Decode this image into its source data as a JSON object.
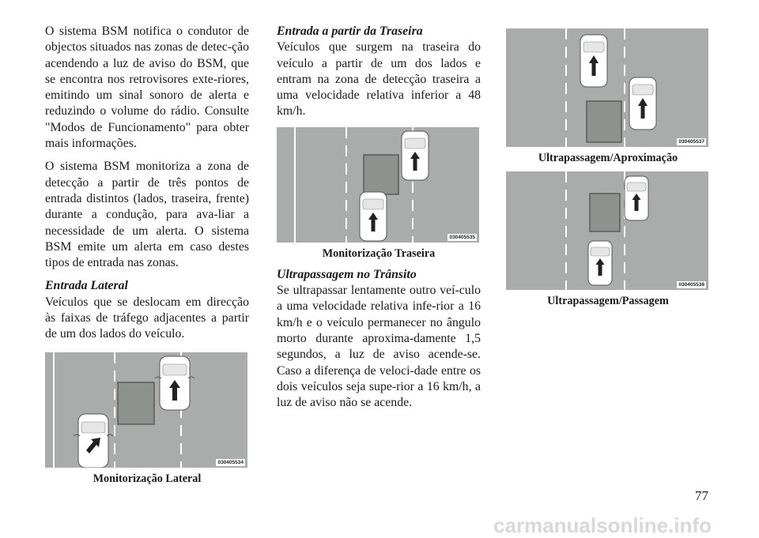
{
  "column1": {
    "para1": "O sistema BSM notifica o condutor de objectos situados nas zonas de detec-ção acendendo a luz de aviso do BSM, que se encontra nos retrovisores exte-riores, emitindo um sinal sonoro de alerta e reduzindo o volume do rádio. Consulte \"Modos de Funcionamento\" para obter mais informações.",
    "para2": "O sistema BSM monitoriza a zona de detecção a partir de três pontos de entrada distintos (lados, traseira, frente) durante a condução, para ava-liar a necessidade de um alerta. O sistema BSM emite um alerta em caso destes tipos de entrada nas zonas.",
    "heading_lateral": "Entrada Lateral",
    "para3": "Veículos que se deslocam em direcção às faixas de tráfego adjacentes a partir de um dos lados do veículo.",
    "fig_lateral": {
      "code": "030405534",
      "caption": "Monitorização Lateral"
    }
  },
  "column2": {
    "heading_traseira": "Entrada a partir da Traseira",
    "para1": "Veículos que surgem na traseira do veículo a partir de um dos lados e entram na zona de detecção traseira a uma velocidade relativa inferior a 48 km/h.",
    "fig_traseira": {
      "code": "030405535",
      "caption": "Monitorização Traseira"
    },
    "heading_transito": "Ultrapassagem no Trânsito",
    "para2": "Se ultrapassar lentamente outro veí-culo a uma velocidade relativa infe-rior a 16 km/h e o veículo permanecer no ângulo morto durante aproxima-damente 1,5 segundos, a luz de aviso acende-se. Caso a diferença de veloci-dade entre os dois veículos seja supe-rior a 16 km/h, a luz de aviso não se acende."
  },
  "column3": {
    "fig_aproximacao": {
      "code": "030405537",
      "caption": "Ultrapassagem/Aproximação"
    },
    "fig_passagem": {
      "code": "030405538",
      "caption": "Ultrapassagem/Passagem"
    }
  },
  "page_number": "77",
  "watermark": "carmanualsonline.info",
  "colors": {
    "road": "#a9acaa",
    "zone": "#8e928f",
    "car": "#ffffff",
    "text": "#1a1a1a"
  }
}
